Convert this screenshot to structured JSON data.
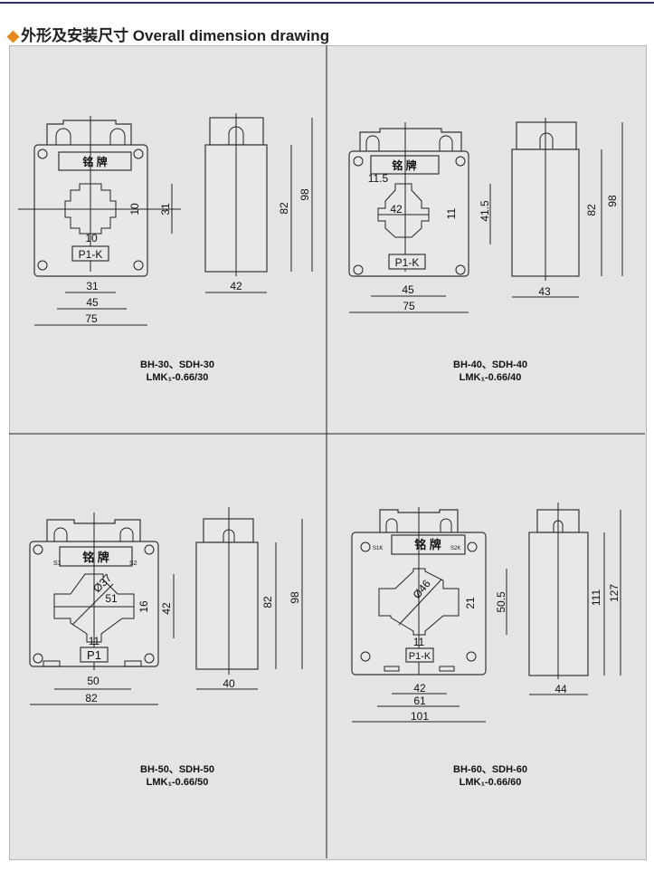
{
  "header": {
    "title": "外形及安装尺寸 Overall dimension drawing",
    "bullet_icon": "diamond-icon",
    "accent": "#e58a1f"
  },
  "nameplate": "铭    牌",
  "drawings": [
    {
      "caption1": "BH-30、SDH-30",
      "caption2": "LMK₁-0.66/30",
      "terminal": "P1-K",
      "dims": {
        "window_h_small": "10",
        "window_h": "31",
        "slot_w": "10",
        "window_w": "31",
        "mount_w": "45",
        "total_w": "75",
        "depth": "42",
        "body_h": "82",
        "total_h": "98"
      }
    },
    {
      "caption1": "BH-40、SDH-40",
      "caption2": "LMK₁-0.66/40",
      "terminal": "P1-K",
      "dims": {
        "offset": "11.5",
        "window_w": "42",
        "slot_h": "11",
        "window_h": "41.5",
        "mount_w": "45",
        "total_w": "75",
        "depth": "43",
        "body_h": "82",
        "total_h": "98"
      }
    },
    {
      "caption1": "BH-50、SDH-50",
      "caption2": "LMK₁-0.66/50",
      "terminal": "P1",
      "s1": "S1",
      "s2": "S2",
      "dims": {
        "diameter": "Ø37",
        "window_w": "51",
        "slot_h": "16",
        "window_h": "42",
        "slot_w": "11",
        "mount_w": "50",
        "total_w": "82",
        "depth": "40",
        "body_h": "82",
        "total_h": "98"
      }
    },
    {
      "caption1": "BH-60、SDH-60",
      "caption2": "LMK₁-0.66/60",
      "terminal": "P1-K",
      "s1": "S1K",
      "s2": "S2K",
      "dims": {
        "diameter": "Ø46",
        "slot_h": "21",
        "window_h": "50.5",
        "slot_w": "11",
        "mount_w": "42",
        "inner_w": "61",
        "total_w": "101",
        "depth": "44",
        "body_h": "111",
        "total_h": "127"
      }
    }
  ]
}
